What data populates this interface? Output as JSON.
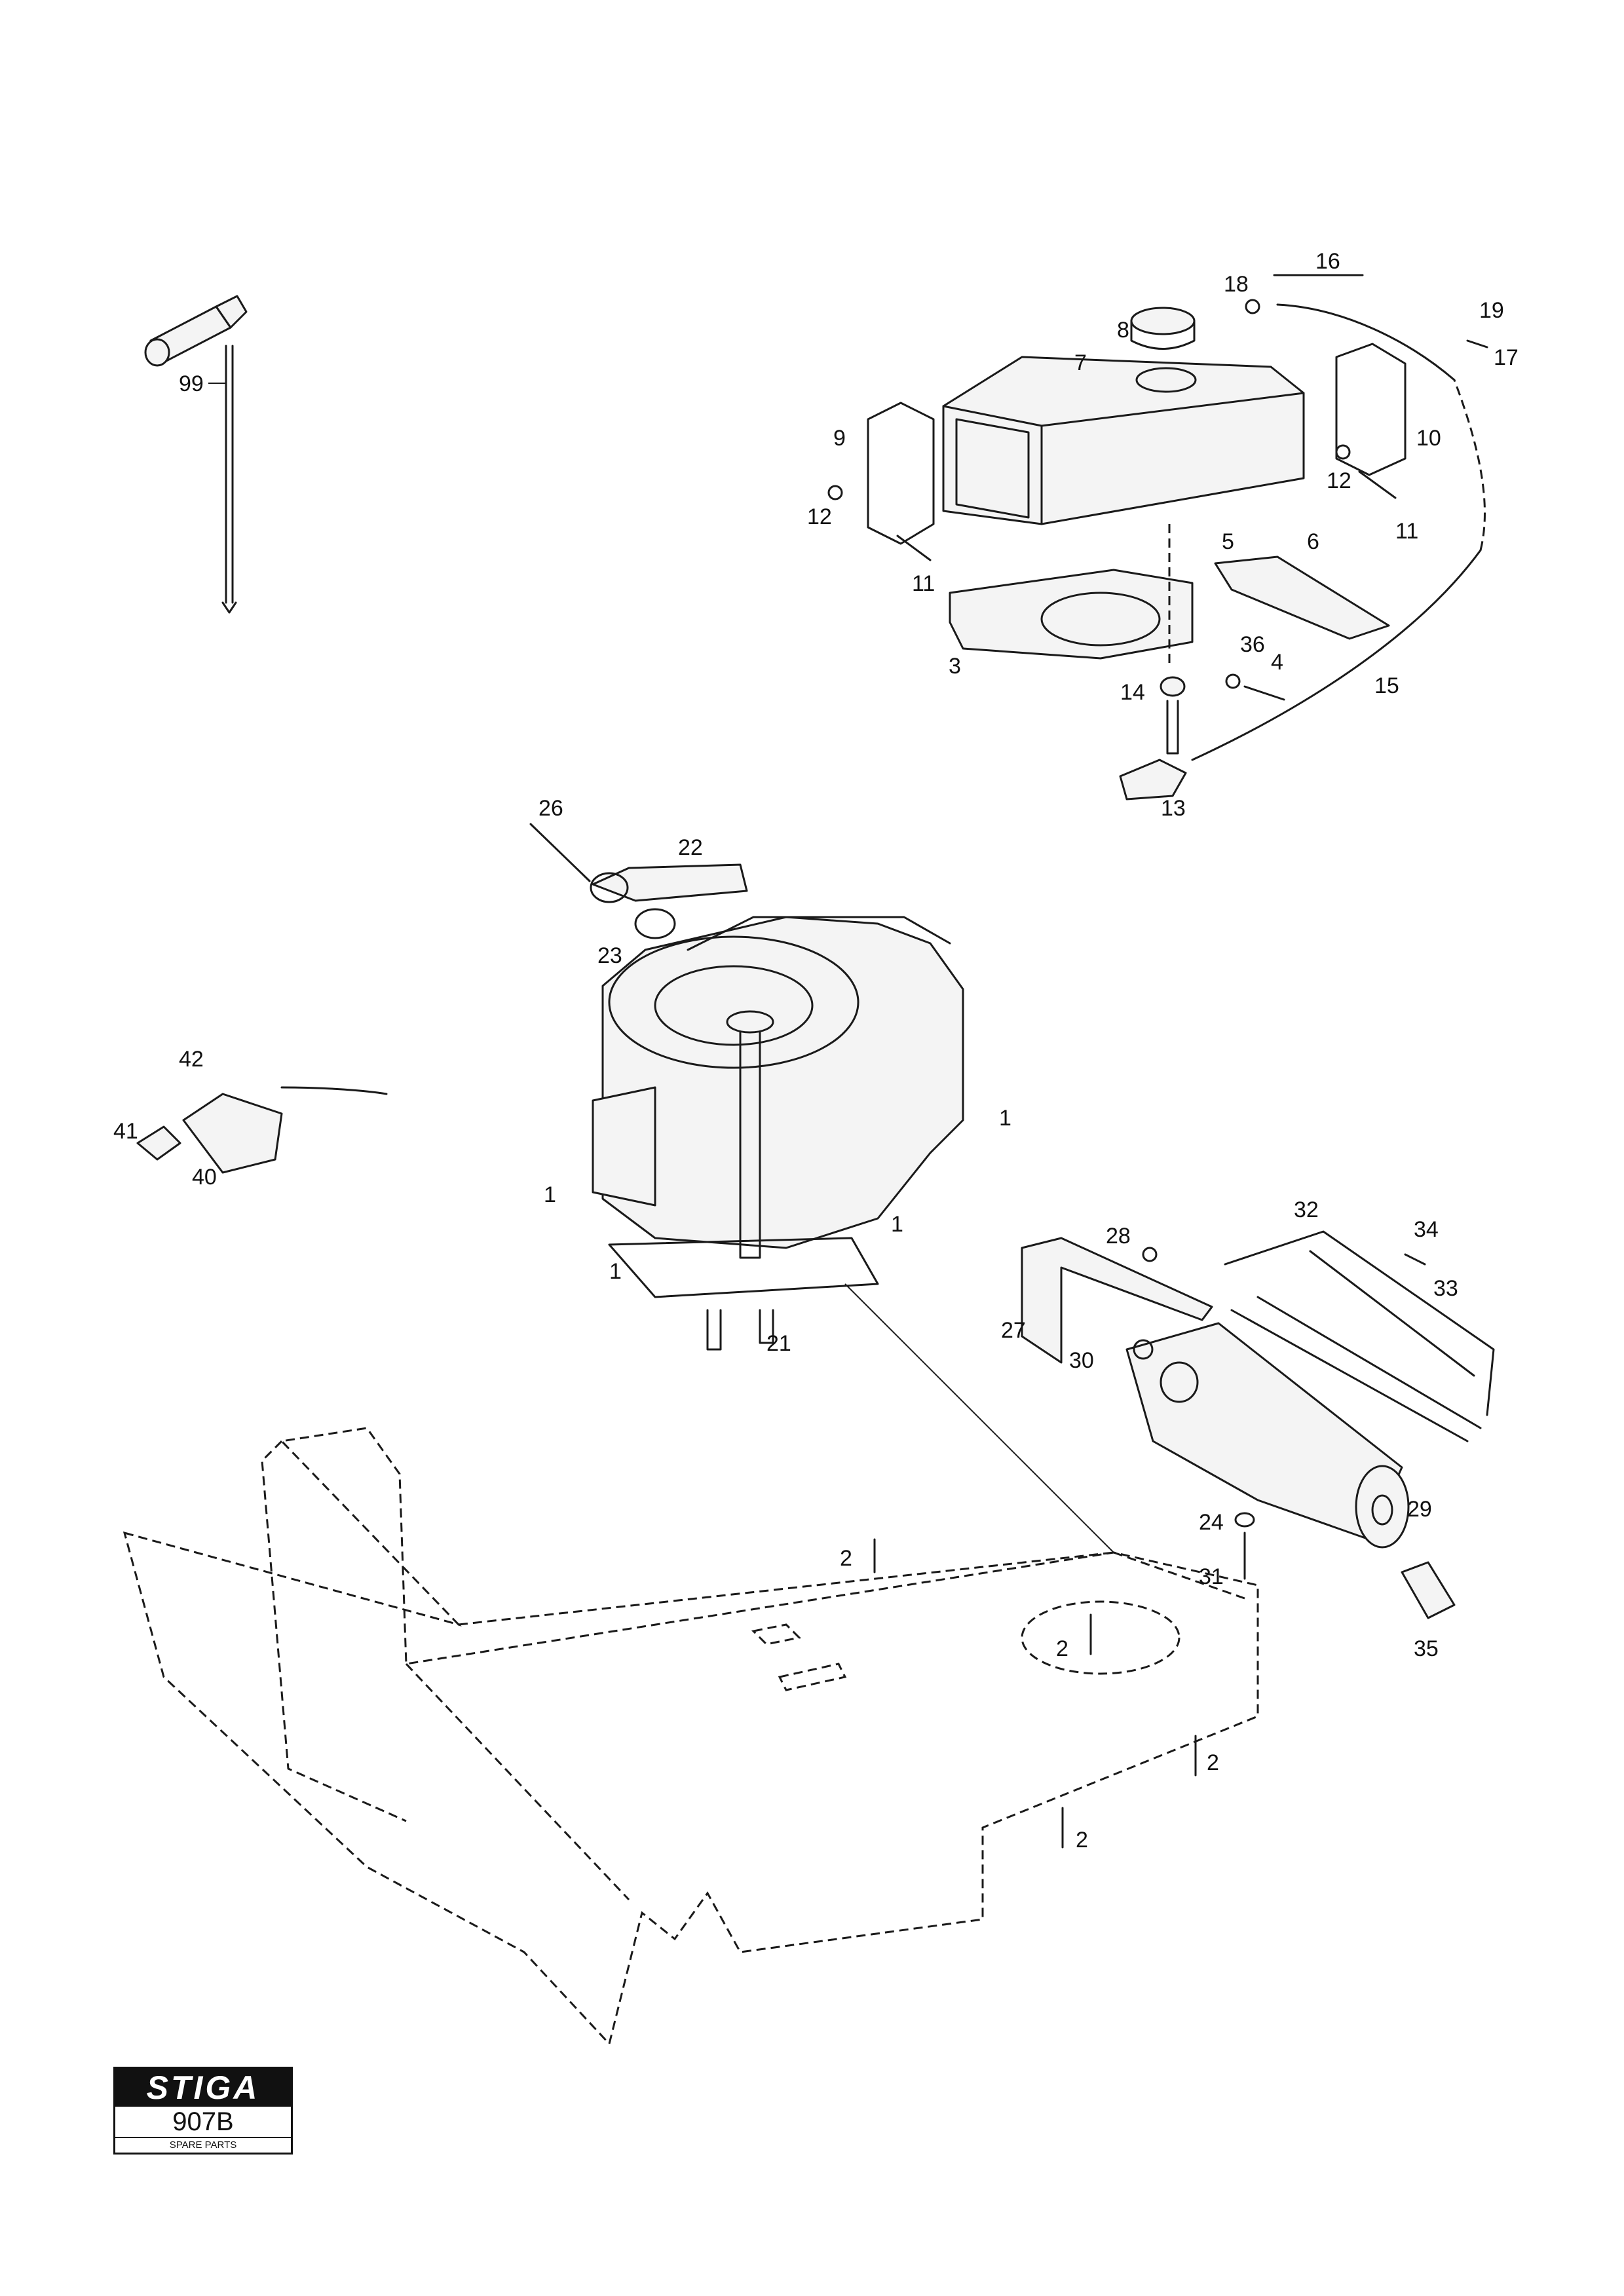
{
  "labels": {
    "p1": "1",
    "p2": "2",
    "p3": "3",
    "p4": "4",
    "p5": "5",
    "p6": "6",
    "p7": "7",
    "p8": "8",
    "p9": "9",
    "p10": "10",
    "p11": "11",
    "p12": "12",
    "p13": "13",
    "p14": "14",
    "p15": "15",
    "p16": "16",
    "p17": "17",
    "p18": "18",
    "p19": "19",
    "p21": "21",
    "p22": "22",
    "p23": "23",
    "p24": "24",
    "p26": "26",
    "p27": "27",
    "p28": "28",
    "p29": "29",
    "p30": "30",
    "p31": "31",
    "p32": "32",
    "p33": "33",
    "p34": "34",
    "p35": "35",
    "p36": "36",
    "p40": "40",
    "p41": "41",
    "p42": "42",
    "p99": "99"
  },
  "logo": {
    "brand": "STIGA",
    "model": "907B",
    "caption": "SPARE PARTS"
  }
}
